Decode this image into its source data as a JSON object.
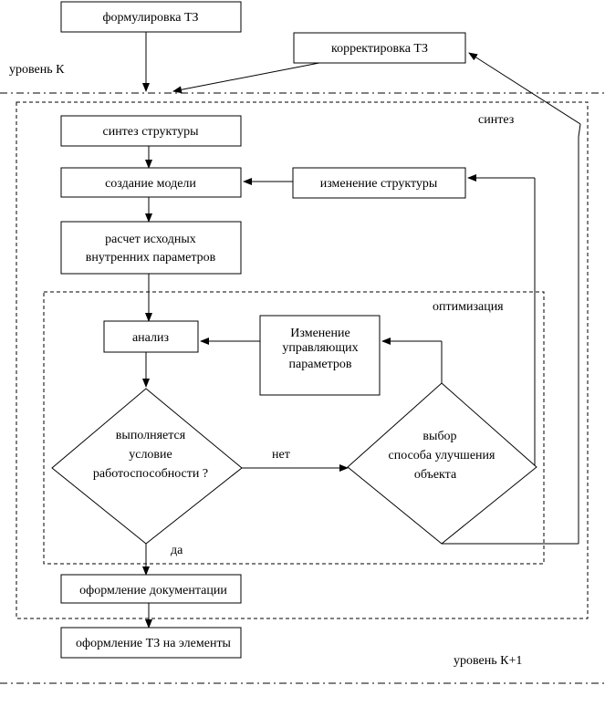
{
  "labels": {
    "level_k": "уровень К",
    "level_k1": "уровень К+1",
    "synthesis": "синтез",
    "optimization": "оптимизация",
    "no": "нет",
    "yes": "да"
  },
  "boxes": {
    "tz_formulation": "формулировка ТЗ",
    "tz_correction": "корректировка ТЗ",
    "structure_synthesis": "синтез структуры",
    "model_creation": "создание модели",
    "structure_change": "изменение структуры",
    "initial_params": [
      "расчет исходных",
      "внутренних параметров"
    ],
    "analysis": "анализ",
    "control_params_change": [
      "Изменение",
      "управляющих",
      "параметров"
    ],
    "documentation": "оформление документации",
    "element_tz": "оформление ТЗ на элементы"
  },
  "decisions": {
    "workability": [
      "выполняется",
      "условие",
      "работоспособности ?"
    ],
    "improvement_method": [
      "выбор",
      "способа улучшения",
      "объекта"
    ]
  }
}
